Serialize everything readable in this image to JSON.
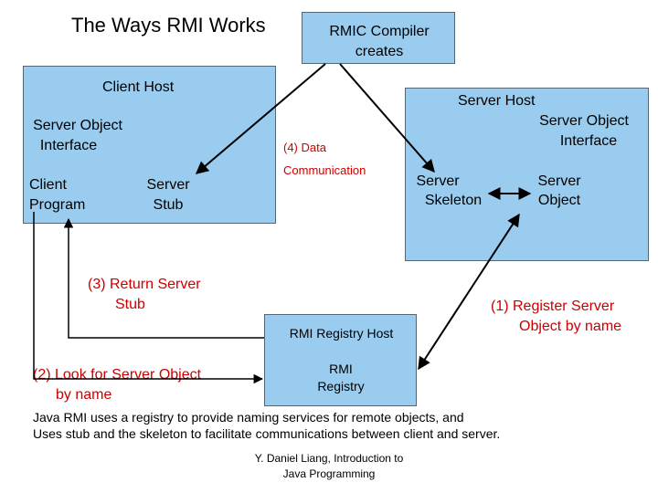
{
  "title": "The Ways RMI Works",
  "rmic_box": {
    "line1": "RMIC Compiler",
    "line2": "creates"
  },
  "client_host": {
    "label": "Client Host",
    "interface_line1": "Server Object",
    "interface_line2": "Interface",
    "program_line1": "Client",
    "program_line2": "Program",
    "stub_line1": "Server",
    "stub_line2": "Stub"
  },
  "data_comm": {
    "line1": "(4) Data",
    "line2": "Communication"
  },
  "server_host": {
    "label": "Server Host",
    "interface_line1": "Server Object",
    "interface_line2": "Interface",
    "skeleton_line1": "Server",
    "skeleton_line2": "Skeleton",
    "object_line1": "Server",
    "object_line2": "Object"
  },
  "steps": {
    "step1_line1": "(1) Register Server",
    "step1_line2": "Object by name",
    "step2_line1": "(2) Look for Server Object",
    "step2_line2": "by name",
    "step3_line1": "(3) Return Server",
    "step3_line2": "Stub"
  },
  "registry_host": {
    "label": "RMI Registry Host",
    "registry_line1": "RMI",
    "registry_line2": "Registry"
  },
  "caption": {
    "line1": "Java RMI uses a registry to provide naming services for remote objects, and",
    "line2": "Uses stub and the skeleton to facilitate communications between client and server."
  },
  "footer": {
    "line1": "Y. Daniel Liang, Introduction to",
    "line2": "Java Programming"
  },
  "colors": {
    "box_fill": "#99ccee",
    "step_text": "#cc0000"
  }
}
